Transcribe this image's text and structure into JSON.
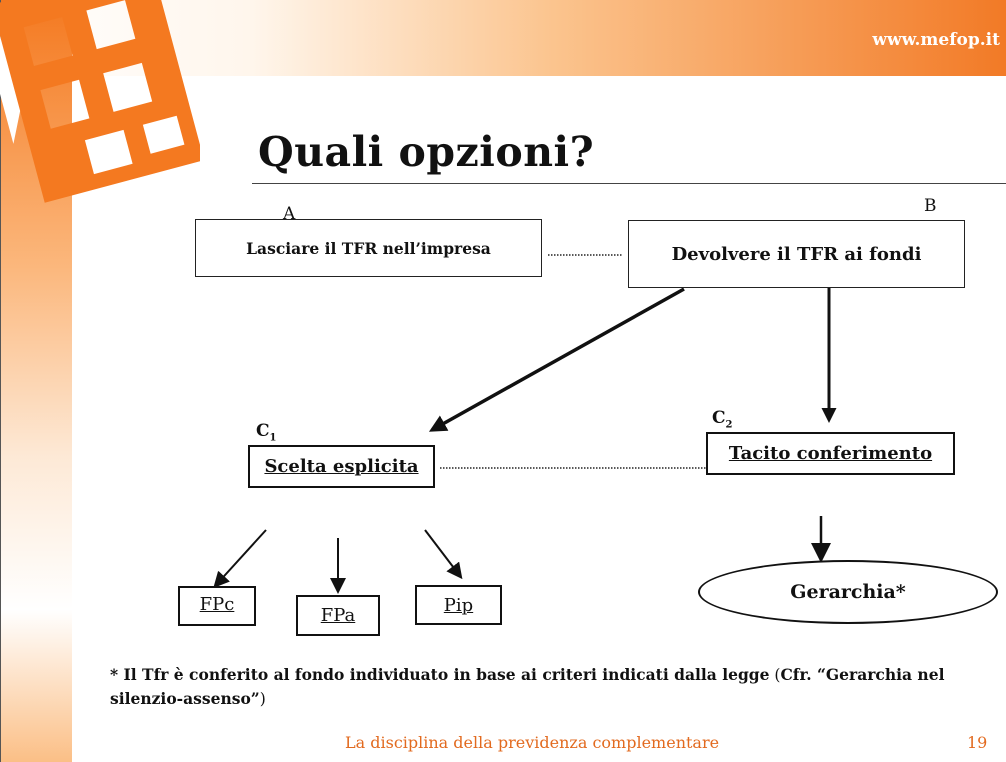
{
  "header": {
    "url": "www.mefop.it"
  },
  "title": "Quali opzioni?",
  "labels": {
    "a": "A",
    "b": "B",
    "c1_main": "C",
    "c1_sub": "1",
    "c2_main": "C",
    "c2_sub": "2"
  },
  "nodes": {
    "lasciare": "Lasciare il TFR nell’impresa",
    "devolvere": "Devolvere il TFR ai fondi",
    "scelta": "Scelta esplicita",
    "tacito": "Tacito conferimento",
    "fpc": "FPc",
    "fpa": "FPa",
    "pip": "Pip",
    "gerarchia": "Gerarchia*"
  },
  "footnote": {
    "bold_part": "* Il Tfr è conferito al fondo individuato in base ai criteri indicati dalla legge",
    "paren_open": " (",
    "cfr": "Cfr. “Gerarchia nel silenzio-assenso”",
    "paren_close": ")"
  },
  "footer": {
    "text": "La disciplina della previdenza complementare",
    "page": "19"
  },
  "colors": {
    "accent": "#f47920",
    "footer_text": "#e26a1f"
  }
}
